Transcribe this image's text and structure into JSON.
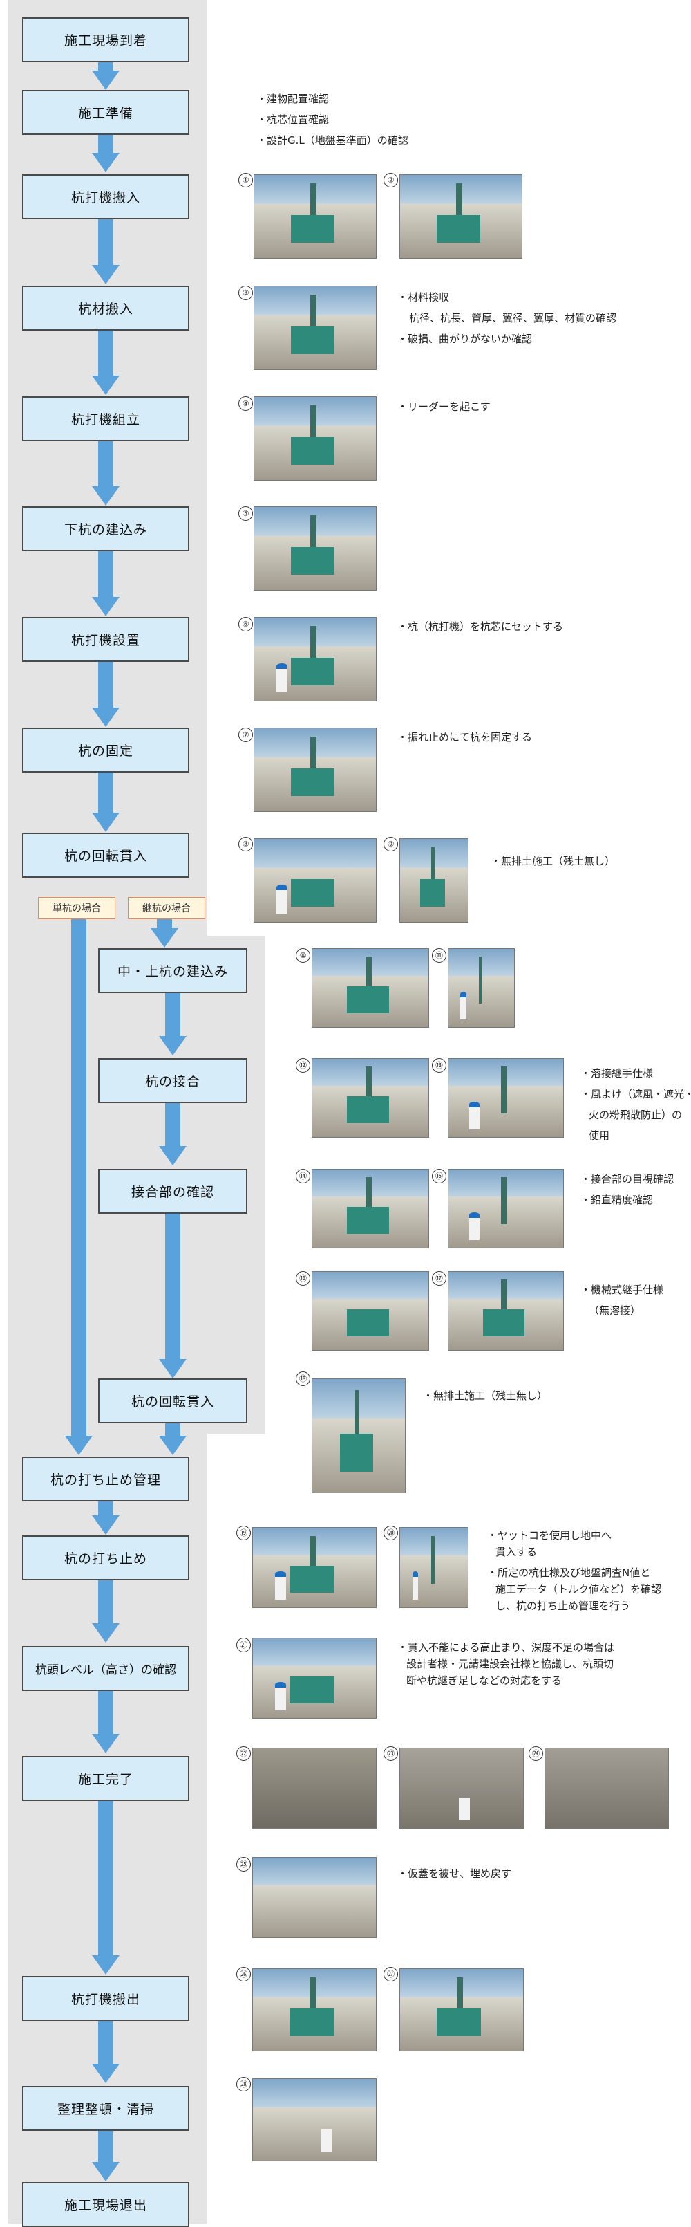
{
  "steps": {
    "s1": "施工現場到着",
    "s2": "施工準備",
    "s3": "杭打機搬入",
    "s4": "杭材搬入",
    "s5": "杭打機組立",
    "s6": "下杭の建込み",
    "s7": "杭打機設置",
    "s8": "杭の固定",
    "s9": "杭の回転貫入",
    "s10": "杭の打ち止め管理",
    "s11": "杭の打ち止め",
    "s12": "杭頭レベル（高さ）の確認",
    "s13": "施工完了",
    "s14": "杭打機搬出",
    "s15": "整理整頓・清掃",
    "s16": "施工現場退出"
  },
  "sub_steps": {
    "a1": "中・上杭の建込み",
    "a2": "杭の接合",
    "a3": "接合部の確認",
    "a4": "杭の回転貫入"
  },
  "branches": {
    "single": "単杭の場合",
    "joint": "継杭の場合"
  },
  "photo_numbers": [
    "①",
    "②",
    "③",
    "④",
    "⑤",
    "⑥",
    "⑦",
    "⑧",
    "⑨",
    "⑩",
    "⑪",
    "⑫",
    "⑬",
    "⑭",
    "⑮",
    "⑯",
    "⑰",
    "⑱",
    "⑲",
    "⑳",
    "㉑",
    "㉒",
    "㉓",
    "㉔",
    "㉕",
    "㉖",
    "㉗",
    "㉘"
  ],
  "notes": {
    "prep_1": "・建物配置確認",
    "prep_2": "・杭芯位置確認",
    "prep_3": "・設計G.L（地盤基準面）の確認",
    "mat_1": "・材料検収",
    "mat_2": "杭径、杭長、管厚、翼径、翼厚、材質の確認",
    "mat_3": "・破損、曲がりがないか確認",
    "assemble_1": "・リーダーを起こす",
    "setup_1": "・杭（杭打機）を杭芯にセットする",
    "fix_1": "・振れ止めにて杭を固定する",
    "rotate_1": "・無排土施工（残土無し）",
    "weld_1": "・溶接継手仕様",
    "weld_2": "・風よけ（遮風・遮光・",
    "weld_3": "火の粉飛散防止）の",
    "weld_4": "使用",
    "check_1": "・接合部の目視確認",
    "check_2": "・鉛直精度確認",
    "mech_1": "・機械式継手仕様",
    "mech_2": "（無溶接）",
    "rotate2_1": "・無排土施工（残土無し）",
    "stop_1": "・ヤットコを使用し地中へ",
    "stop_2": "貫入する",
    "stop_3": "・所定の杭仕様及び地盤調査N値と",
    "stop_4": "施工データ（トルク値など）を確認",
    "stop_5": "し、杭の打ち止め管理を行う",
    "level_1": "・貫入不能による高止まり、深度不足の場合は",
    "level_2": "設計者様・元請建設会社様と協議し、杭頭切",
    "level_3": "断や杭継ぎ足しなどの対応をする",
    "fill_1": "・仮蓋を被せ、埋め戻す"
  },
  "colors": {
    "box_fill": "#d6ecf9",
    "arrow": "#5aa2db",
    "lane": "#e4e4e4",
    "tag_border": "#e38a5a",
    "tag_fill": "#fff6dd"
  }
}
